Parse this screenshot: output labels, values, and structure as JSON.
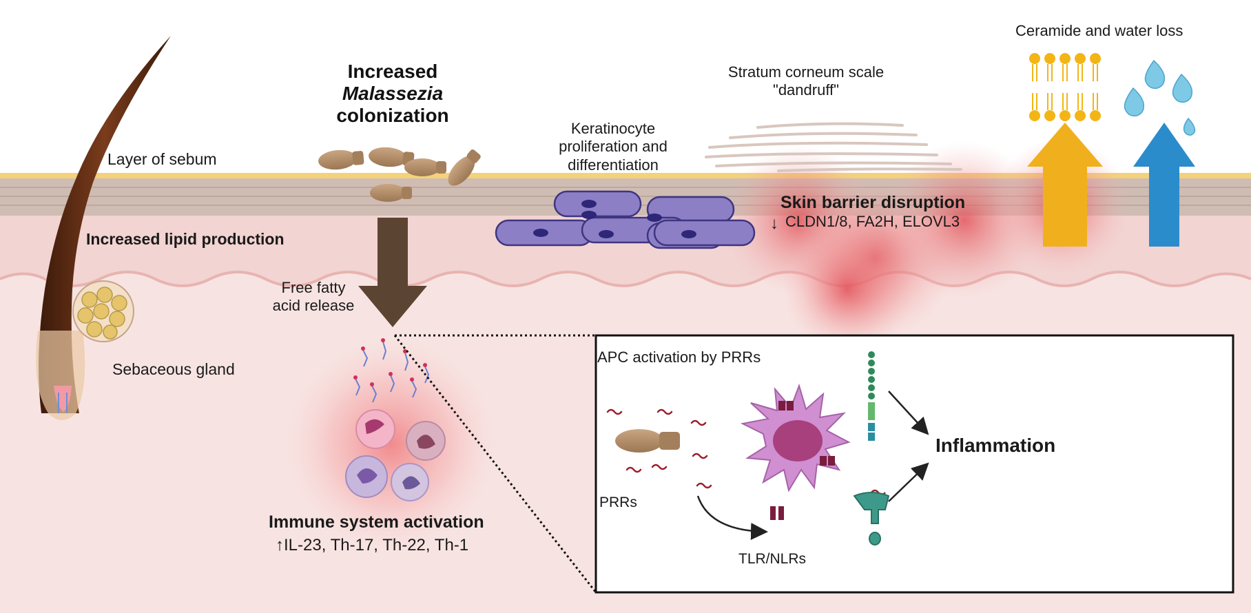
{
  "colors": {
    "background": "#ffffff",
    "sebum_layer": "#f3d27a",
    "epidermis": "#cfbcb3",
    "dermis_upper": "#f2d4d2",
    "dermis_lower": "#f7e4e2",
    "hair": "#5a2a14",
    "fungus": "#b38e6a",
    "keratinocyte": "#8d7fc6",
    "lipid_arrow": "#f0b01d",
    "water_arrow": "#2b8ccc",
    "brown_arrow": "#5c4433",
    "inflammation_glow": "#e0464e"
  },
  "labels": {
    "layer_of_sebum": "Layer of sebum",
    "increased_lipid_production": "Increased lipid production",
    "sebaceous_gland": "Sebaceous gland",
    "increased": "Increased",
    "malassezia": "Malassezia",
    "colonization": "colonization",
    "free_fatty_acid_release": "Free fatty\nacid release",
    "keratinocyte": "Keratinocyte\nproliferation and\ndifferentiation",
    "stratum_corneum": "Stratum corneum scale\n\"dandruff\"",
    "ceramide_water_loss": "Ceramide and water loss",
    "skin_barrier_disruption": "Skin barrier disruption",
    "skin_barrier_genes": "CLDN1/8, FA2H, ELOVL3",
    "down_arrow": "↓",
    "immune_system_activation": "Immune system activation",
    "immune_cytokines": "↑IL-23, Th-17, Th-22, Th-1"
  },
  "inset": {
    "title": "APC activation by PRRs",
    "prrs": "PRRs",
    "tlr_nlrs": "TLR/NLRs",
    "inflammation": "Inflammation"
  }
}
